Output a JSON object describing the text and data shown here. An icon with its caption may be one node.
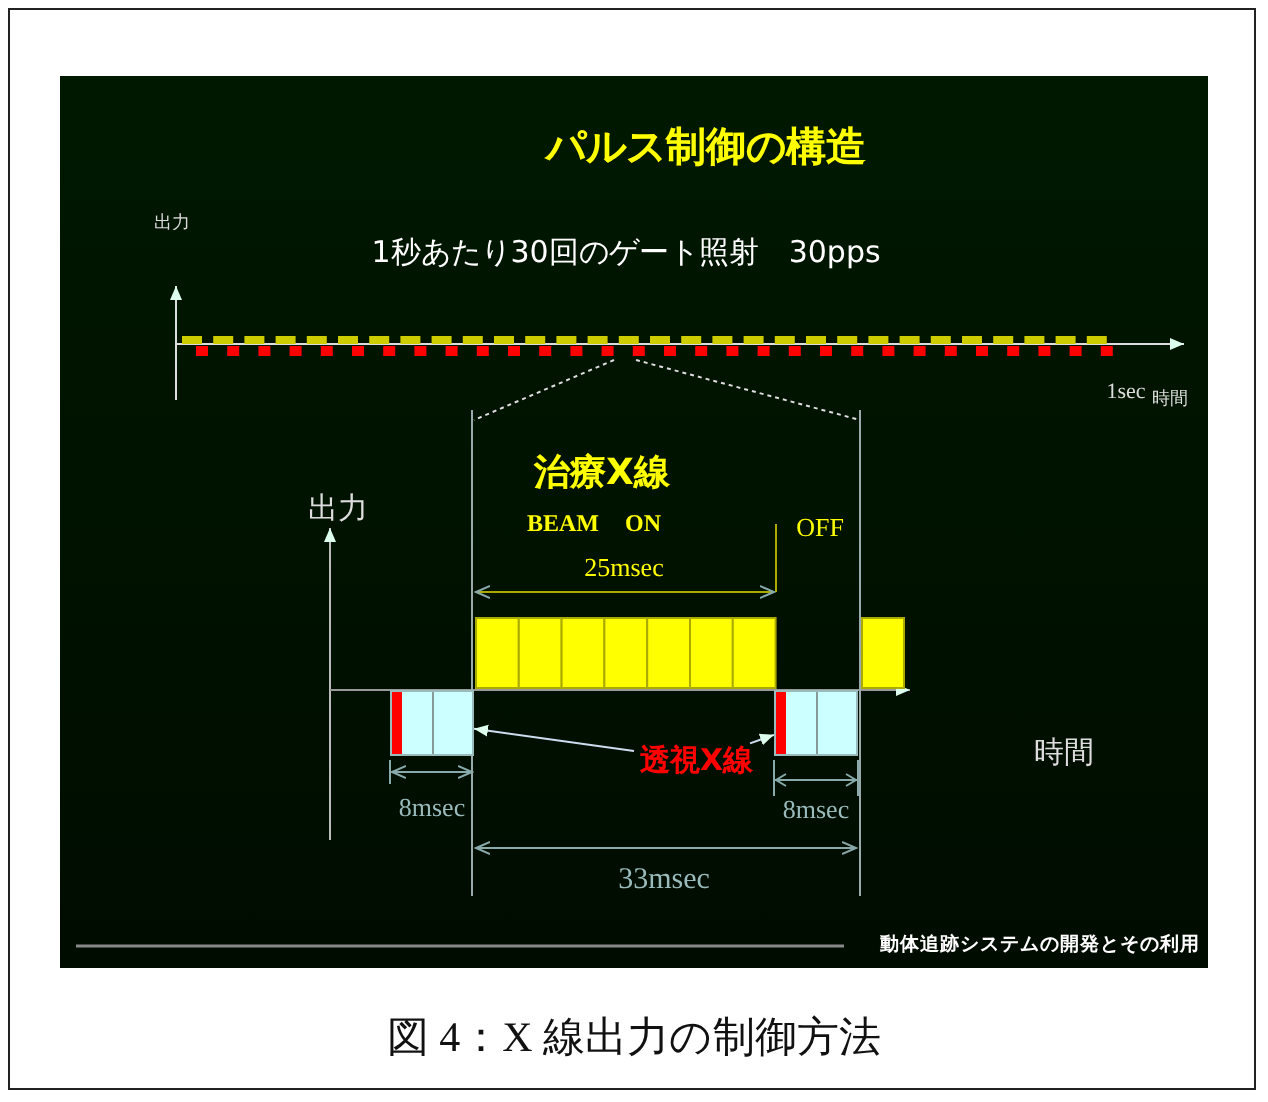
{
  "diagram": {
    "title": "パルス制御の構造",
    "caption": "図 4：X 線出力の制御方法",
    "nodes": [
      {
        "text": [
          "透視X線"
        ]
      },
      {
        "text": [],
        "shape": "box"
      },
      {
        "text": [],
        "shape": "box"
      }
    ],
    "edges": [
      {
        "from": 0,
        "to": 1,
        "arrow": "to"
      },
      {
        "from": 0,
        "to": 2,
        "arrow": "to"
      }
    ],
    "labels": [
      "出力",
      "1秒あたり30回のゲート照射　30pps",
      "1sec",
      "時間",
      "治療X線",
      "BEAM ON",
      "OFF",
      "25msec",
      "出力",
      "時間",
      "8msec",
      "8msec",
      "33msec",
      "動体追跡システムの開発とその利用"
    ]
  }
}
